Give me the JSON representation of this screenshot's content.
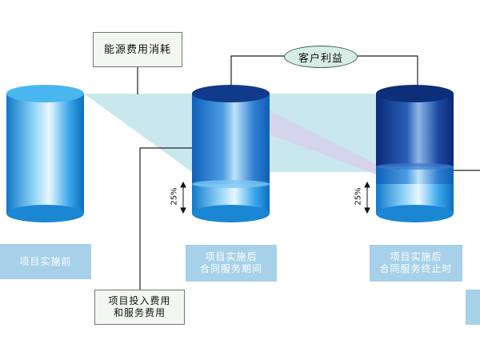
{
  "boxes": {
    "energy_cost": "能源费用消耗",
    "customer_benefit": "客户利益",
    "investment_l1": "项目投入费用",
    "investment_l2": "和服务费用"
  },
  "cylinders": {
    "before": {
      "line1": "项目实施前"
    },
    "during": {
      "line1": "项目实施后",
      "line2": "合同服务期间"
    },
    "after": {
      "line1": "项目实施后",
      "line2": "合同服务终止时"
    }
  },
  "percent_label": "25%",
  "colors": {
    "light_blue": "#39a6e8",
    "dark_navy": "#123a8a",
    "caption_bg": "#a6d1e9",
    "band_cyan": "#bfe4ea",
    "band_lavender": "#d6d2ec"
  }
}
